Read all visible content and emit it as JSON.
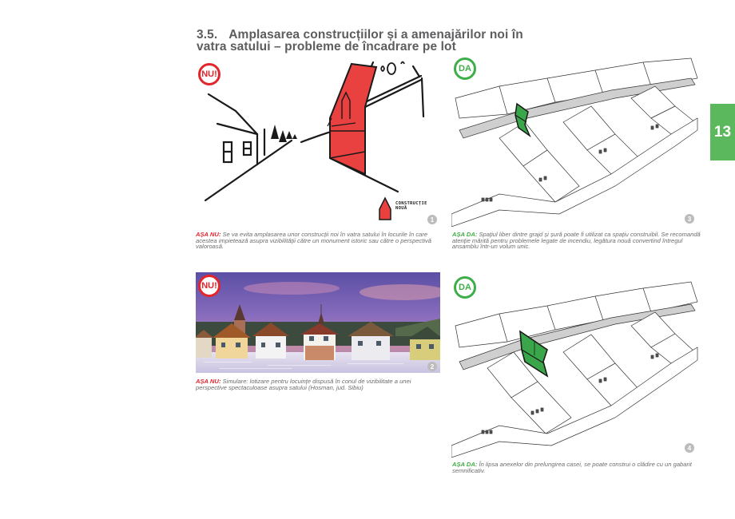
{
  "page": {
    "section_number": "3.5.",
    "title_line1": "Amplasarea construcțiilor și a amenajărilor noi în",
    "title_line2": "vatra satului – probleme de încadrare pe lot",
    "chapter_tab": "13"
  },
  "colors": {
    "no_red": "#e2262c",
    "yes_green": "#3fae49",
    "tab_green": "#5cb85c",
    "figure_number_gray": "#bcbcbc"
  },
  "figures": [
    {
      "number": "1",
      "badge": "NU!",
      "type": "sketch",
      "legend_line1": "CONSTRUCȚIE",
      "legend_line2": "NOUĂ",
      "caption_lead": "AȘA NU:",
      "caption_text": " Se va evita amplasarea unor construcții noi în vatra satului în locurile în care acestea impietează asupra vizibilității către un monument istoric sau către o perspectivă valoroasă."
    },
    {
      "number": "2",
      "badge": "NU!",
      "type": "photo",
      "caption_lead": "AȘA NU:",
      "caption_text": " Simulare: lotizare pentru locuințe dispusă în conul de vizibilitate a unei perspective spectaculoase asupra satului (Hosman, jud. Sibiu)"
    },
    {
      "number": "3",
      "badge": "DA",
      "type": "axonometric",
      "caption_lead": "AȘA DA:",
      "caption_text": " Spațiul liber dintre grajd și șură poate fi utilizat ca spațiu construibil. Se recomandă atenție mărită pentru problemele legate de incendiu, legătura nouă convertind întregul ansamblu într-un volum unic."
    },
    {
      "number": "4",
      "badge": "DA",
      "type": "axonometric",
      "caption_lead": "AȘA DA:",
      "caption_text": " În lipsa anexelor din prelungirea casei, se poate construi o clădire cu un gabarit semnificativ."
    }
  ]
}
